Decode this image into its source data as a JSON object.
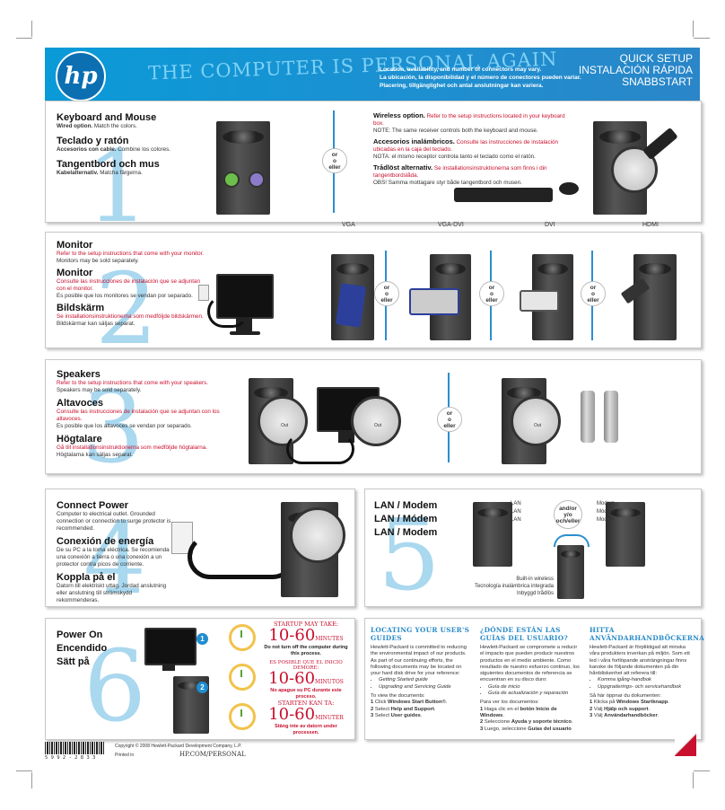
{
  "header": {
    "logo": "hp",
    "tagline": "THE COMPUTER IS PERSONAL AGAIN",
    "note": [
      "Location, availability, and number of connectors may vary.",
      "La ubicación, la disponibilidad y el número de conectores pueden variar.",
      "Placering, tillgänglighet och antal anslutningar kan variera."
    ],
    "title": [
      "QUICK SETUP",
      "INSTALACIÓN RÁPIDA",
      "SNABBSTART"
    ]
  },
  "or_label": [
    "or",
    "o",
    "eller"
  ],
  "orand_label": [
    "and/or",
    "y/o",
    "och/eller"
  ],
  "step1": {
    "number": "1",
    "title1": "Keyboard and Mouse",
    "sub1": "Wired option.",
    "sub1b": "Match the colors.",
    "title2": "Teclado y ratón",
    "sub2": "Accesorios con cable.",
    "sub2b": "Combine los colores.",
    "title3": "Tangentbord och mus",
    "sub3": "Kabelalternativ.",
    "sub3b": "Matcha färgerna.",
    "w_title1": "Wireless option.",
    "w_text1": "Refer to the setup instructions located in your keyboard box.",
    "w_note1": "NOTE: The same receiver controls both the keyboard and mouse.",
    "w_title2": "Accesorios inalámbricos.",
    "w_text2": "Consulte las instrucciones de instalación ubicadas en la caja del teclado.",
    "w_note2": "NOTA: el mismo receptor controla tanto el teclado como el ratón.",
    "w_title3": "Trådlöst alternativ.",
    "w_text3": "Se installationsinstruktionerna som finns i din tangentbordslåda.",
    "w_note3": "OBS! Samma mottagare styr både tangentbord och musen."
  },
  "step2": {
    "number": "2",
    "title1": "Monitor",
    "red1": "Refer to the setup instructions that come with your monitor.",
    "txt1": "Monitors may be sold separately.",
    "title2": "Monitor",
    "red2": "Consulte las instrucciones de instalación que se adjuntan con el monitor.",
    "txt2": "Es posible que los monitores se vendan por separado.",
    "title3": "Bildskärm",
    "red3": "Se installationsinstruktionerna som medföljde bildskärmen.",
    "txt3": "Bildskärmar kan säljas separat.",
    "connectors": [
      "VGA",
      "VGA-DVI",
      "DVI",
      "HDMI"
    ]
  },
  "step3": {
    "number": "3",
    "title1": "Speakers",
    "red1": "Refer to the setup instructions that come with your speakers.",
    "txt1": "Speakers may be sold separately.",
    "title2": "Altavoces",
    "red2": "Consulte las instrucciones de instalación que se adjuntan con los altavoces.",
    "txt2": "Es posible que los altavoces se vendan por separado.",
    "title3": "Högtalare",
    "red3": "Gå till installationsinstruktionerna som medföljde högtalarna.",
    "txt3": "Högtalarna kan säljas separat.",
    "out": "Out"
  },
  "step4": {
    "number": "4",
    "title1": "Connect Power",
    "txt1": "Computer to electrical outlet. Grounded connection or connection to surge protector is recommended.",
    "title2": "Conexión de energía",
    "txt2": "De su PC a la toma eléctrica. Se recomienda una conexión a tierra o una conexión a un protector contra picos de corriente.",
    "title3": "Koppla på el",
    "txt3": "Datorn till elektriskt uttag. Jordad anslutning eller anslutning till strömskydd rekommenderas."
  },
  "step5": {
    "number": "5",
    "title1": "LAN / Modem",
    "title2": "LAN / Módem",
    "title3": "LAN / Modem",
    "lan": [
      "LAN",
      "LAN",
      "LAN"
    ],
    "modem": [
      "Modem",
      "Módem",
      "Modem"
    ],
    "wireless": [
      "Built-in wireless",
      "Tecnología inalámbrica integrada",
      "Inbyggd trådlös"
    ]
  },
  "step6": {
    "number": "6",
    "title1": "Power On",
    "title2": "Encendido",
    "title3": "Sätt på",
    "badges": [
      "1",
      "2"
    ],
    "times": [
      {
        "head": "STARTUP MAY TAKE:",
        "big": "10-60",
        "unit": "MINUTES",
        "warn": "Do not turn off the computer during this process."
      },
      {
        "head": "ES POSIBLE QUE EL INICIO DEMORE:",
        "big": "10-60",
        "unit": "MINUTOS",
        "warn": "No apague su PC durante este proceso."
      },
      {
        "head": "STARTEN KAN TA:",
        "big": "10-60",
        "unit": "MINUTER",
        "warn": "Stäng inte av datorn under processen."
      }
    ]
  },
  "guides": [
    {
      "title": "LOCATING YOUR USER'S GUIDES",
      "intro": "Hewlett-Packard is committed to reducing the environmental impact of our products. As part of our continuing efforts, the following documents may be located on your hard disk drive for your reference:",
      "items": [
        "Getting Started guide",
        "Upgrading and Servicing Guide"
      ],
      "view": "To view the documents:",
      "steps": [
        {
          "n": "1",
          "pre": "Click ",
          "bold": "Windows Start Button",
          "post": "®."
        },
        {
          "n": "2",
          "pre": "Select ",
          "bold": "Help and Support",
          "post": "."
        },
        {
          "n": "3",
          "pre": "Select ",
          "bold": "User guides",
          "post": "."
        }
      ]
    },
    {
      "title": "¿DÓNDE ESTÁN LAS GUÍAS DEL USUARIO?",
      "intro": "Hewlett-Packard se compromete a reducir el impacto que pueden producir nuestros productos en el medio ambiente. Como resultado de nuestro esfuerzo continuo, los siguientes documentos de referencia se encuentran en su disco duro:",
      "items": [
        "Guía de inicio",
        "Guía de actualización y reparación"
      ],
      "view": "Para ver los documentos:",
      "steps": [
        {
          "n": "1",
          "pre": "Haga clic en el ",
          "bold": "botón Inicio de Windows",
          "post": "."
        },
        {
          "n": "2",
          "pre": "Seleccione ",
          "bold": "Ayuda y soporte técnico",
          "post": "."
        },
        {
          "n": "3",
          "pre": "Luego, seleccione ",
          "bold": "Guías del usuario",
          "post": ""
        }
      ]
    },
    {
      "title": "HITTA ANVÄNDARHANDBÖCKERNA",
      "intro": "Hewlett-Packard är förpliktigad att minska våra produkters inverkan på miljön. Som ett led i våra fortlöpande ansträngningar finns kanske de följande dokumenten på din hårddiskenhet att referera till:",
      "items": [
        "Komma igång-handbok",
        "Uppgraderings- och servicehandbok"
      ],
      "view": "Så här öppnar du dokumenten:",
      "steps": [
        {
          "n": "1",
          "pre": "Klicka på ",
          "bold": "Windows Startknapp",
          "post": "."
        },
        {
          "n": "2",
          "pre": "Välj ",
          "bold": "Hjälp och support",
          "post": "."
        },
        {
          "n": "3",
          "pre": "Välj ",
          "bold": "Användarhandböcker",
          "post": "."
        }
      ]
    }
  ],
  "footer": {
    "barcode": "5 9 9 2 - 2 8 3 3",
    "copyright": "Copyright © 2008 Hewlett-Packard Development Company, L.P.",
    "printed": "Printed in",
    "url": "HP.COM/PERSONAL"
  },
  "colors": {
    "blue": "#1e8fd0",
    "red": "#c8102e",
    "light_blue_number": "#a9d8ef"
  }
}
